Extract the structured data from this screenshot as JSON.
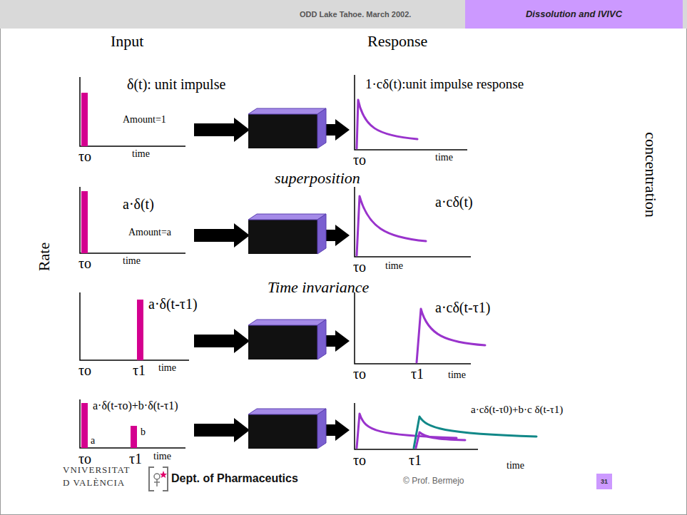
{
  "diagram": {
    "nodes": [
      {
        "text": [
          "ODD Lake Tahoe. March 2002."
        ]
      },
      {
        "text": [
          "Dissolution and IVIVC"
        ],
        "in": 0
      },
      {
        "text": [
          "31"
        ]
      }
    ],
    "labels": [
      "Input",
      "Response",
      "δ(t): unit impulse",
      "Amount=1",
      "τo",
      "time",
      "1·cδ(t):unit impulse response",
      "τo",
      "time",
      "superposition",
      "a·δ(t)",
      "Amount=a",
      "τo",
      "time",
      "a·cδ(t)",
      "τo",
      "time",
      "Rate",
      "concentration",
      "Time invariance",
      "a·δ(t-τ1)",
      "τo",
      "τ1",
      "time",
      "a·cδ(t-τ1)",
      "τo",
      "τ1",
      "time",
      "a·δ(t-τo)+b·δ(t-τ1)",
      "a",
      "b",
      "τo",
      "τ1",
      "time",
      "a·cδ(t-τ0)+b·c δ(t-τ1)",
      "τo",
      "τ1",
      "time",
      "VNIVERSITAT",
      "D VALÈNCIA",
      "Dept. of Pharmaceutics",
      "© Prof. Bermejo"
    ]
  }
}
